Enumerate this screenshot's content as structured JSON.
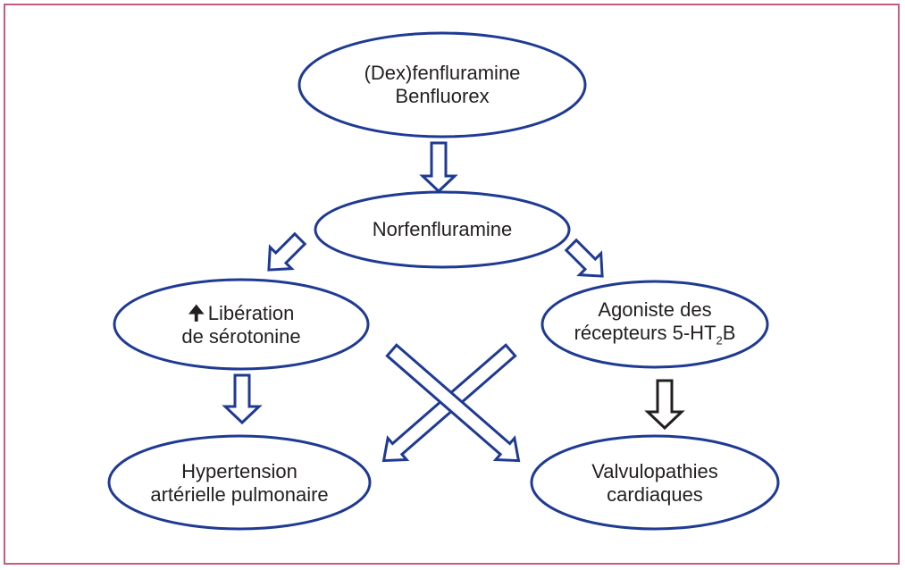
{
  "diagram": {
    "colors": {
      "frame": "#c85a82",
      "node_border": "#1f3a93",
      "arrow_border": "#1f3a93",
      "arrow_dark": "#231f20",
      "text": "#231f20"
    },
    "nodes": {
      "drugs": {
        "line1": "(Dex)fenfluramine",
        "line2": "Benfluorex"
      },
      "metabolite": {
        "line1": "Norfenfluramine"
      },
      "serotonin": {
        "icon": "up-arrow-icon",
        "line1": "Libération",
        "line2": "de sérotonine"
      },
      "agonist": {
        "line1": "Agoniste des",
        "line2_pre": "récepteurs 5-HT",
        "line2_sub": "2",
        "line2_post": "B"
      },
      "htap": {
        "line1": "Hypertension",
        "line2": "artérielle pulmonaire"
      },
      "valvulo": {
        "line1": "Valvulopathies",
        "line2": "cardiaques"
      }
    }
  }
}
